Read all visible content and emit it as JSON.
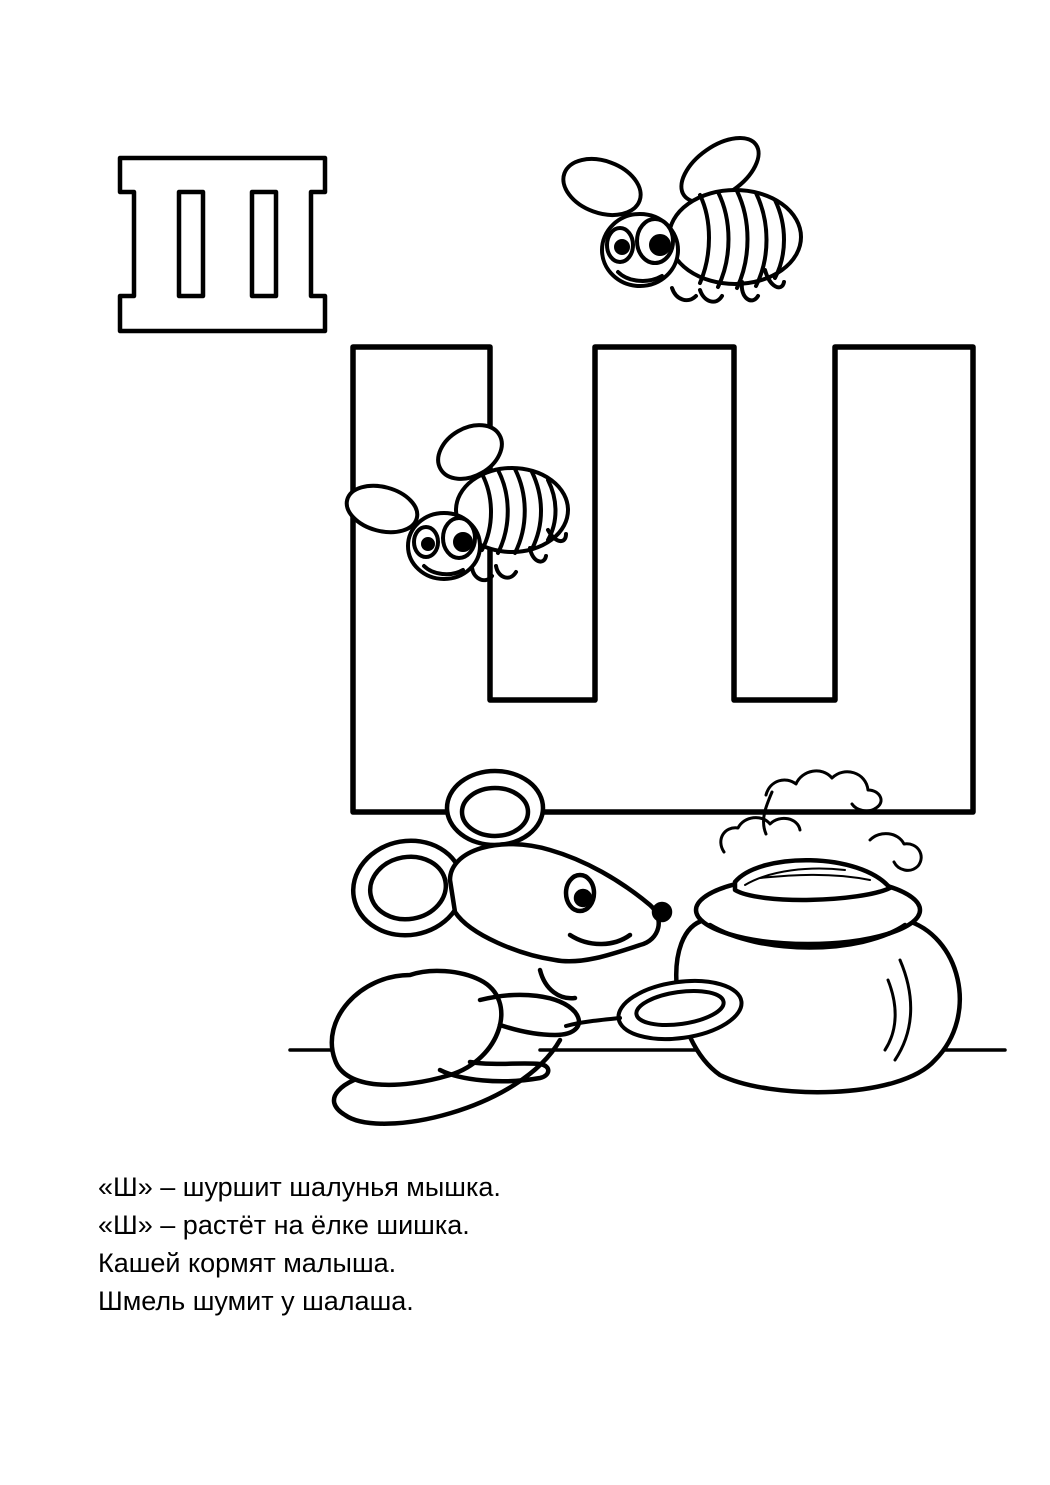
{
  "page": {
    "background": "#ffffff",
    "ink": "#000000"
  },
  "illustration": {
    "small_letter": "Ш",
    "big_letter": "Ш",
    "characters": [
      "bumblebee-icon",
      "bumblebee-icon",
      "mouse-icon"
    ],
    "objects": [
      "porridge-pot-icon",
      "spoon-icon",
      "steam-cloud-icon"
    ]
  },
  "poem": {
    "lines": [
      "«Ш» – шуршит шалунья мышка.",
      "«Ш» – растёт на ёлке шишка.",
      "Кашей кормят малыша.",
      "Шмель шумит у шалаша."
    ]
  }
}
